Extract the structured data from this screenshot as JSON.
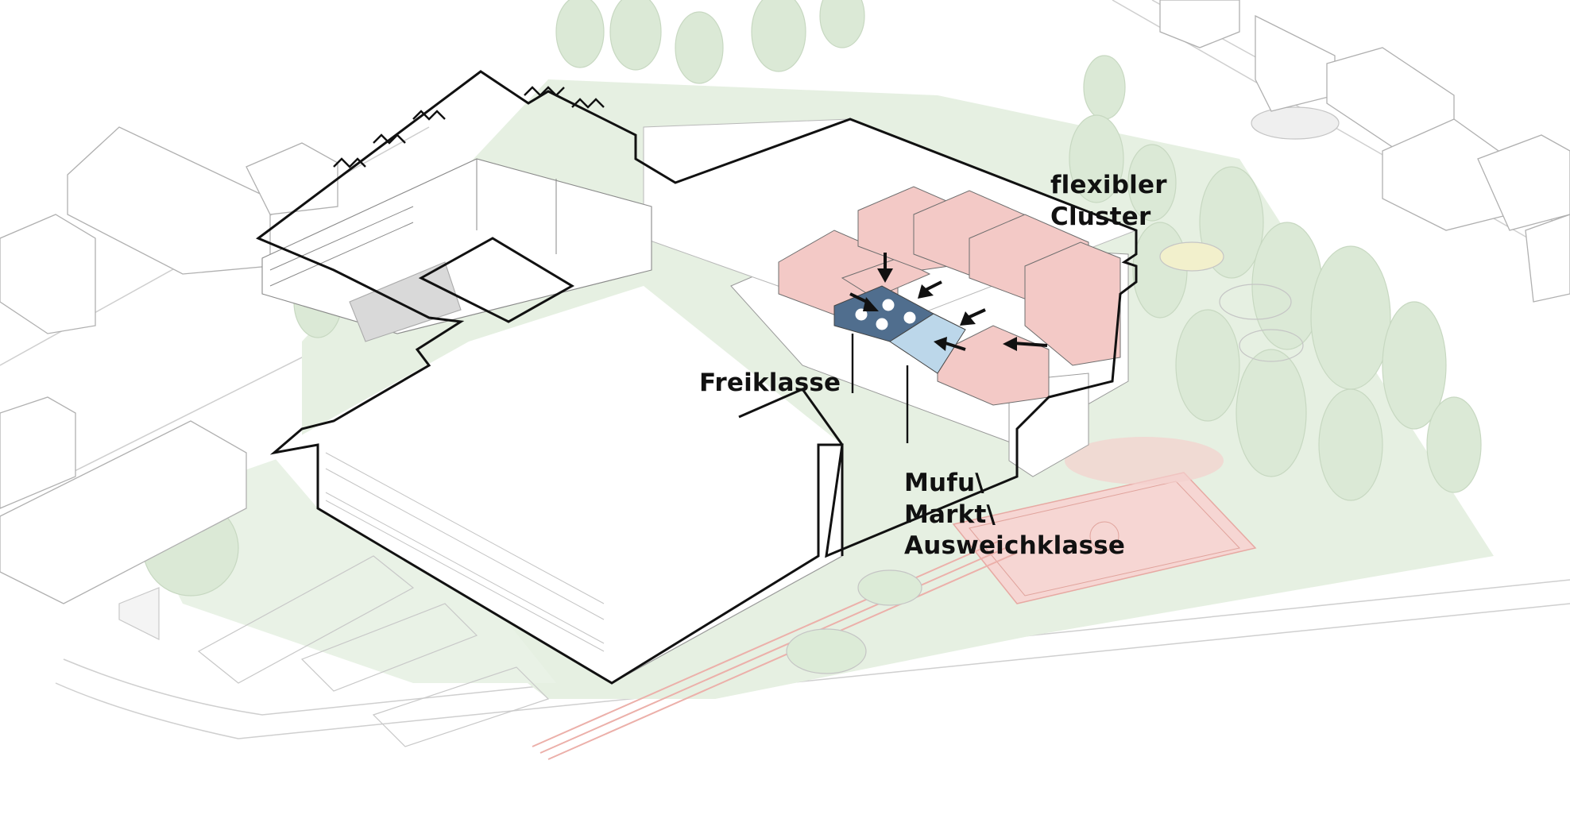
{
  "labels": {
    "cluster_line1": "flexibler",
    "cluster_line2": "Cluster",
    "freiklasse": "Freiklasse",
    "mufu_line1": "Mufu\\",
    "mufu_line2": "Markt\\",
    "mufu_line3": "Ausweichklasse"
  },
  "colors": {
    "green_area": "#e6f0e2",
    "tree_fill": "#dbe9d6",
    "cluster_pink": "#f3c9c6",
    "freiklasse_blue": "#506e8e",
    "mufu_blue": "#bcd7ea",
    "sport_field": "#f6d6d3",
    "outline": "#111111",
    "thin_line": "#bdbdbd"
  }
}
